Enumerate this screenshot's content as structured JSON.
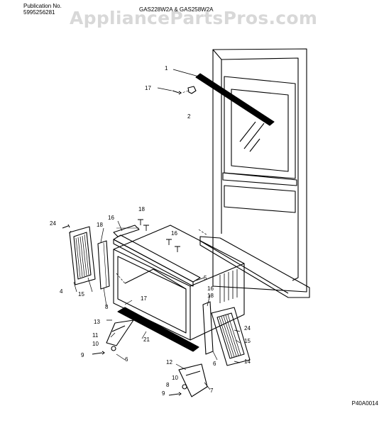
{
  "header": {
    "publication_label": "Publication No.",
    "publication_number": "5995256281",
    "models": "GAS228W2A & GAS258W2A"
  },
  "watermark": "AppliancePartsPros.com",
  "footer_code": "P40A0014",
  "colors": {
    "line": "#000000",
    "watermark": "#d8d8d8"
  },
  "callouts": {
    "c1": "1",
    "c17a": "17",
    "c2": "2",
    "c24a": "24",
    "c18a": "18",
    "c4": "4",
    "c15a": "15",
    "c8a": "8",
    "c16a": "16",
    "c18b": "18",
    "c16b": "16",
    "c5": "5",
    "c17b": "17",
    "c13": "13",
    "c11": "11",
    "c10a": "10",
    "c9a": "9",
    "c6a": "6",
    "c21": "21",
    "c16c": "16",
    "c18c": "18",
    "c24b": "24",
    "c15b": "15",
    "c6b": "6",
    "c14": "14",
    "c12": "12",
    "c10b": "10",
    "c8b": "8",
    "c9b": "9",
    "c7": "7"
  }
}
